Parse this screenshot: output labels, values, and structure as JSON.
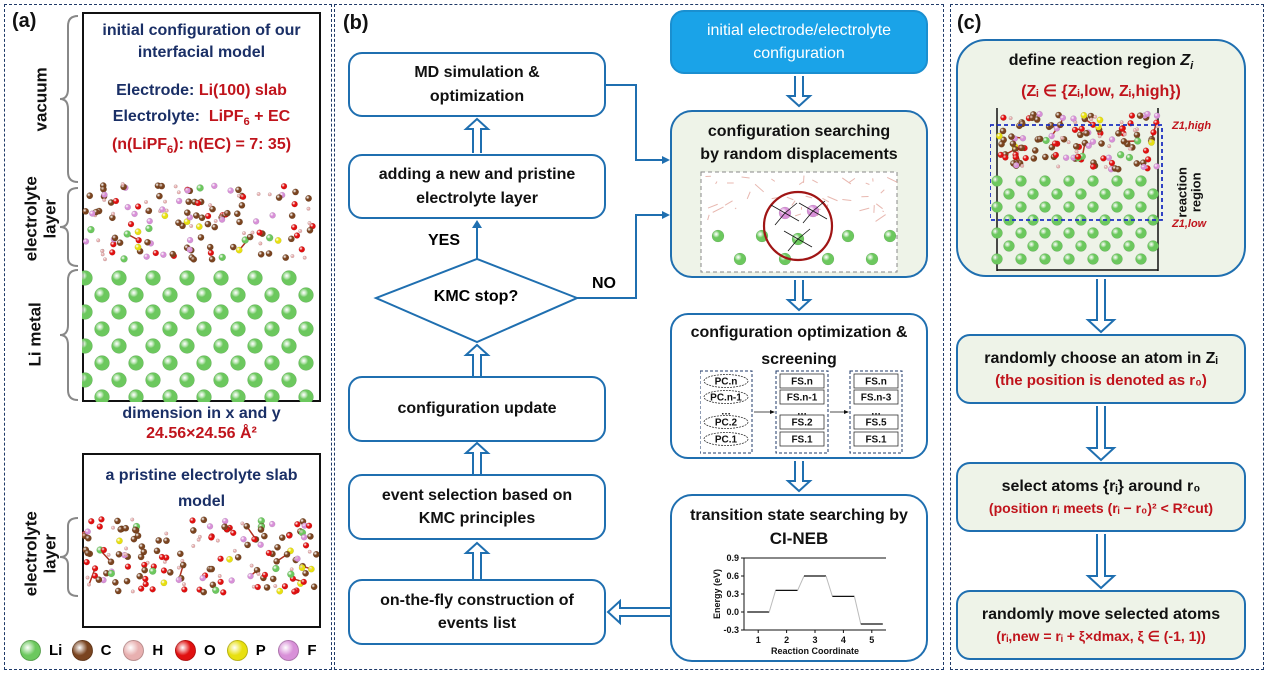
{
  "panels": {
    "a": {
      "label": "(a)",
      "model_box": {
        "title_line1": "initial configuration of our",
        "title_line2": "interfacial model",
        "electrode_label": "Electrode:",
        "electrode_value": "Li(100) slab",
        "electrolyte_label": "Electrolyte:",
        "electrolyte_value_pre": "LiPF",
        "electrolyte_value_sub": "6",
        "electrolyte_value_post": " + EC",
        "ratio_pre": "(n(LiPF",
        "ratio_sub": "6",
        "ratio_post": "): n(EC) = 7: 35)"
      },
      "side_labels": {
        "vacuum": "vacuum",
        "electrolyte_layer_1": "electrolyte",
        "electrolyte_layer_2": "layer",
        "li_metal": "Li metal",
        "electrolyte_layer_b1": "electrolyte",
        "electrolyte_layer_b2": "layer"
      },
      "dimension_line1": "dimension in x and y",
      "dimension_line2": "24.56×24.56 Å²",
      "pristine_box": {
        "title_line1": "a pristine electrolyte slab",
        "title_line2": "model"
      },
      "legend": [
        {
          "symbol": "Li",
          "color": "#6cc85e"
        },
        {
          "symbol": "C",
          "color": "#7a4420"
        },
        {
          "symbol": "H",
          "color": "#e8b0b0"
        },
        {
          "symbol": "O",
          "color": "#e01010"
        },
        {
          "symbol": "P",
          "color": "#e8e010"
        },
        {
          "symbol": "F",
          "color": "#d890d8"
        }
      ]
    },
    "b": {
      "label": "(b)",
      "left_steps": {
        "md": [
          "MD simulation &",
          "optimization"
        ],
        "adding": [
          "adding a new and pristine",
          "electrolyte layer"
        ],
        "decision": "KMC stop?",
        "yes": "YES",
        "no": "NO",
        "update": "configuration update",
        "selection": [
          "event selection based on",
          "KMC principles"
        ],
        "onthefly": [
          "on-the-fly construction of",
          "events list"
        ]
      },
      "right_steps": {
        "initial": [
          "initial electrode/electrolyte",
          "configuration"
        ],
        "searching": [
          "configuration searching",
          "by random displacements"
        ],
        "optimization": [
          "configuration optimization &",
          "screening"
        ],
        "pc_column": [
          "PC.n",
          "PC.n-1",
          "…",
          "PC.2",
          "PC.1"
        ],
        "fs_column_1": [
          "FS.n",
          "FS.n-1",
          "…",
          "FS.2",
          "FS.1"
        ],
        "fs_column_2": [
          "FS.n",
          "FS.n-3",
          "…",
          "FS.5",
          "FS.1"
        ],
        "transition": [
          "transition state searching by",
          "CI-NEB"
        ]
      },
      "accent_color": "#1aa3e8",
      "flow_color": "#1f6fb0"
    },
    "c": {
      "label": "(c)",
      "define": {
        "title": "define reaction region ",
        "z_sym": "Z",
        "z_sub": "i",
        "formula": "(Zᵢ ∈ {Zᵢ,low, Zᵢ,high})",
        "z_high": "Z1,high",
        "z_low": "Z1,low",
        "region_line1": "reaction",
        "region_line2": "region"
      },
      "choose": {
        "line1": "randomly choose an atom in Zᵢ",
        "line2": "(the position is denoted as r₀)"
      },
      "select": {
        "line1": "select atoms {rᵢ} around r₀",
        "line2": "(position rᵢ meets (rᵢ − r₀)² < R²cut)"
      },
      "move": {
        "line1": "randomly move selected atoms",
        "line2": "(rᵢ,new = rᵢ + ξ×dmax, ξ ∈ (-1, 1))"
      }
    }
  },
  "chart_data": {
    "type": "line",
    "title": "",
    "xlabel": "Reaction Coordinate",
    "ylabel": "Energy (eV)",
    "x": [
      1,
      2,
      3,
      4,
      5
    ],
    "values": [
      0.0,
      0.36,
      0.6,
      0.26,
      -0.2
    ],
    "xticks": [
      "1",
      "2",
      "3",
      "4",
      "5"
    ],
    "yticks": [
      "-0.3",
      "0.0",
      "0.3",
      "0.6",
      "0.9"
    ],
    "ylim": [
      -0.3,
      0.9
    ],
    "xlim": [
      0.5,
      5.5
    ],
    "grid": false
  }
}
